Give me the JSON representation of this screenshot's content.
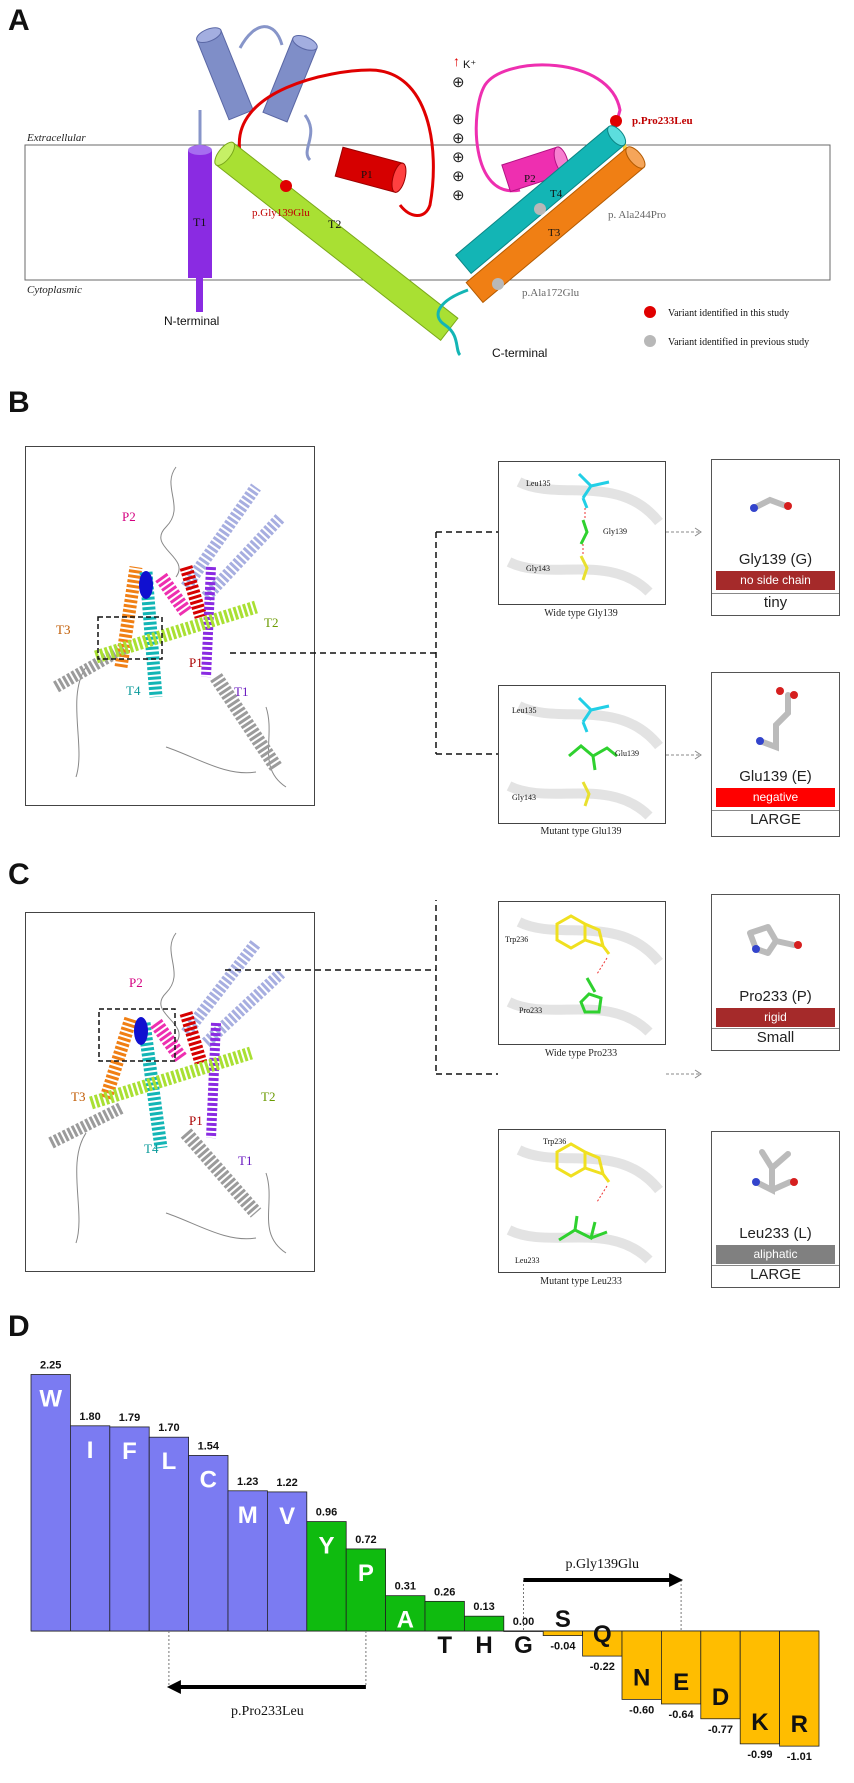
{
  "panelA": {
    "letter": "A",
    "extracellular": "Extracellular",
    "cytoplasmic": "Cytoplasmic",
    "ion": "K⁺",
    "helices": {
      "t1": "T1",
      "t2": "T2",
      "t3": "T3",
      "t4": "T4",
      "p1": "P1",
      "p2": "P2"
    },
    "n_terminal": "N-terminal",
    "c_terminal": "C-terminal",
    "variants": {
      "gly139": "p.Gly139Glu",
      "pro233": "p.Pro233Leu",
      "ala244": "p. Ala244Pro",
      "ala172": "p.Ala172Glu"
    },
    "legend": {
      "this_study": "Variant identified in this study",
      "previous_study": "Variant identified in previous study"
    },
    "colors": {
      "t1": "#8a2be2",
      "t2": "#a9e033",
      "t3": "#f07f14",
      "t4": "#13b5b5",
      "p1": "#d60000",
      "p2": "#ee2fb0",
      "loop_top": "#8795c9",
      "red": "#e00000",
      "grey": "#b8b8b8"
    }
  },
  "panelB": {
    "letter": "B",
    "labels": {
      "p2": "P2",
      "t3": "T3",
      "t2": "T2",
      "p1": "P1",
      "t4": "T4",
      "t1": "T1"
    },
    "wild": {
      "residues": {
        "top": "Leu135",
        "mid": "Gly139",
        "bot": "Gly143"
      },
      "caption": "Wide type Gly139",
      "card": {
        "name": "Gly139 (G)",
        "band": "no side chain",
        "band_color": "#a52a2a",
        "size": "tiny"
      }
    },
    "mutant": {
      "residues": {
        "top": "Leu135",
        "mid": "Glu139",
        "bot": "Gly143"
      },
      "caption": "Mutant type Glu139",
      "card": {
        "name": "Glu139 (E)",
        "band": "negative",
        "band_color": "#ff0000",
        "size": "LARGE"
      }
    }
  },
  "panelC": {
    "letter": "C",
    "labels": {
      "p2": "P2",
      "t3": "T3",
      "t2": "T2",
      "p1": "P1",
      "t4": "T4",
      "t1": "T1"
    },
    "wild": {
      "residues": {
        "top": "Trp236",
        "bot": "Pro233"
      },
      "caption": "Wide type Pro233",
      "card": {
        "name": "Pro233 (P)",
        "band": "rigid",
        "band_color": "#a52a2a",
        "size": "Small"
      }
    },
    "mutant": {
      "residues": {
        "top": "Trp236",
        "bot": "Leu233"
      },
      "caption": "Mutant type Leu233",
      "card": {
        "name": "Leu233 (L)",
        "band": "aliphatic",
        "band_color": "#808080",
        "size": "LARGE"
      }
    }
  },
  "panelD": {
    "letter": "D",
    "arrow_gly": "p.Gly139Glu",
    "arrow_pro": "p.Pro233Leu",
    "chart_data": {
      "type": "bar",
      "categories": [
        "W",
        "I",
        "F",
        "L",
        "C",
        "M",
        "V",
        "Y",
        "P",
        "A",
        "T",
        "H",
        "G",
        "S",
        "Q",
        "N",
        "E",
        "D",
        "K",
        "R"
      ],
      "values": [
        2.25,
        1.8,
        1.79,
        1.7,
        1.54,
        1.23,
        1.22,
        0.96,
        0.72,
        0.31,
        0.26,
        0.13,
        0.0,
        -0.04,
        -0.22,
        -0.6,
        -0.64,
        -0.77,
        -0.99,
        -1.01
      ],
      "value_labels": [
        "2.25",
        "1.80",
        "1.79",
        "1.70",
        "1.54",
        "1.23",
        "1.22",
        "0.96",
        "0.72",
        "0.31",
        "0.26",
        "0.13",
        "0.00",
        "-0.04",
        "-0.22",
        "-0.60",
        "-0.64",
        "-0.77",
        "-0.99",
        "-1.01"
      ],
      "groups": [
        "hydrophobic",
        "hydrophobic",
        "hydrophobic",
        "hydrophobic",
        "hydrophobic",
        "hydrophobic",
        "hydrophobic",
        "mid",
        "mid",
        "mid",
        "mid",
        "mid",
        "mid",
        "polar",
        "polar",
        "polar",
        "polar",
        "polar",
        "polar",
        "polar"
      ],
      "colors": {
        "hydrophobic": "#7b7bf2",
        "mid": "#0fbb0f",
        "polar": "#ffbd00"
      }
    }
  }
}
